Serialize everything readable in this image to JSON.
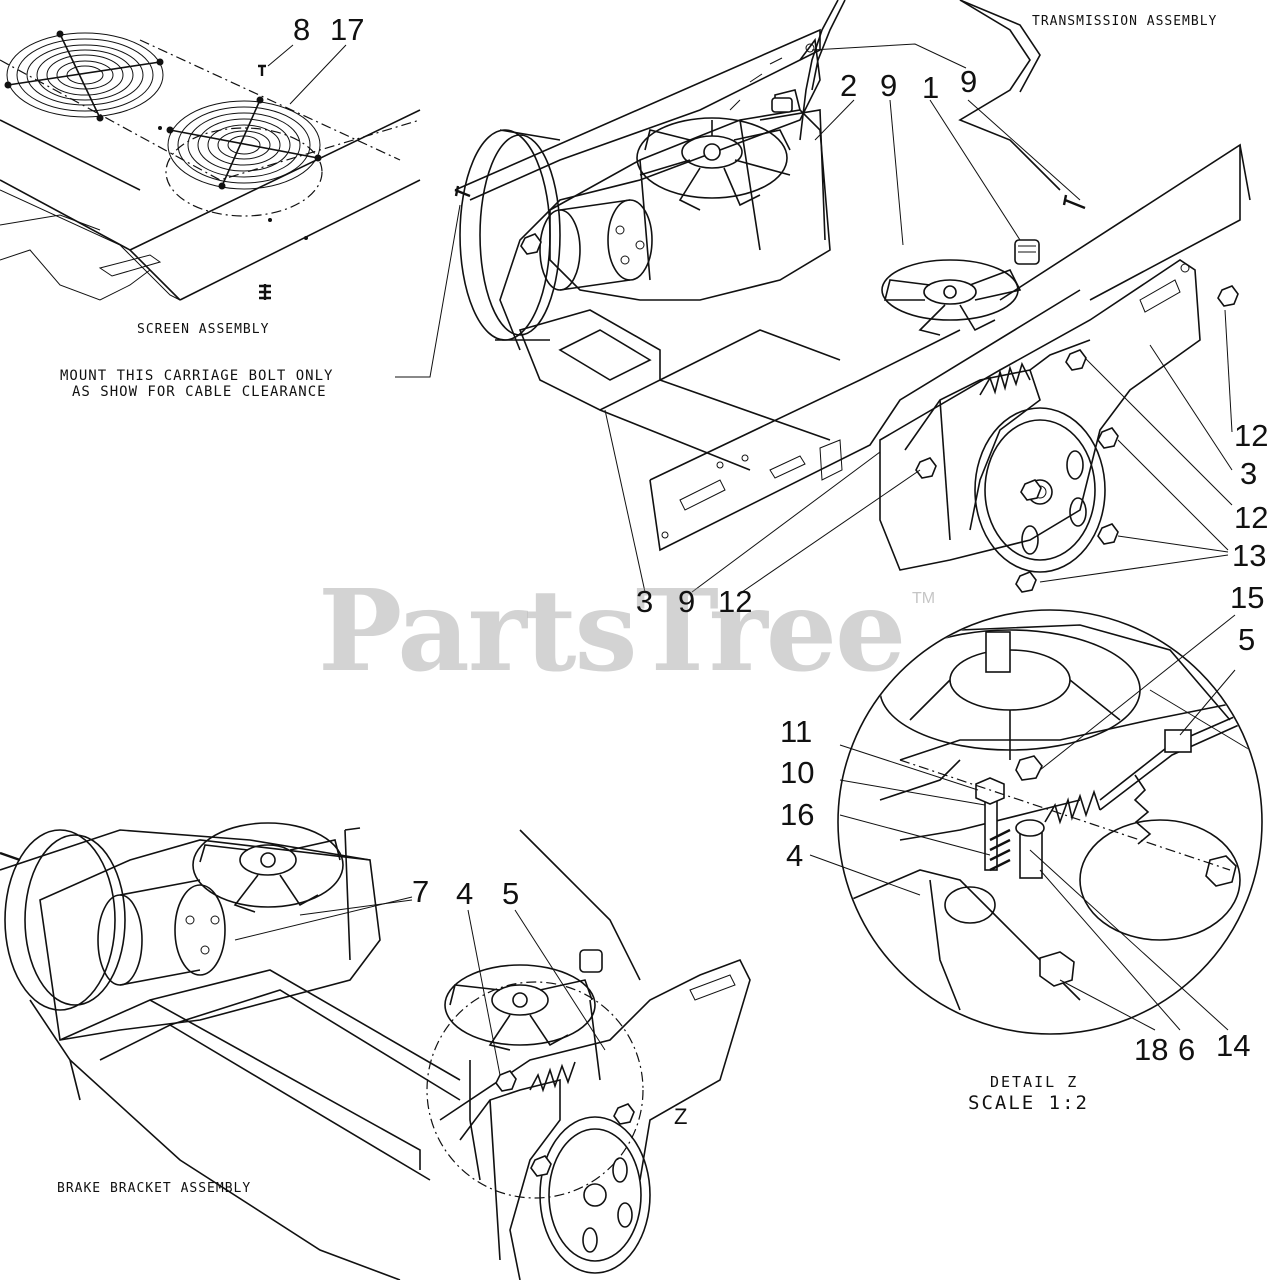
{
  "assemblies": {
    "transmission": "TRANSMISSION ASSEMBLY",
    "screen": "SCREEN ASSEMBLY",
    "brake_bracket": "BRAKE BRACKET ASSEMBLY"
  },
  "notes": {
    "carriage_bolt_line1": "MOUNT THIS CARRIAGE BOLT ONLY",
    "carriage_bolt_line2": "AS SHOW FOR CABLE CLEARANCE"
  },
  "detail": {
    "title": "DETAIL Z",
    "scale": "SCALE 1:2",
    "marker": "Z"
  },
  "watermark": {
    "brand": "PartsTree",
    "tm": "TM"
  },
  "callouts": {
    "c8": "8",
    "c17": "17",
    "c2": "2",
    "c9a": "9",
    "c1": "1",
    "c9b": "9",
    "c12a": "12",
    "c3a": "3",
    "c12b": "12",
    "c13": "13",
    "c3b": "3",
    "c9c": "9",
    "c12c": "12",
    "c15": "15",
    "c5a": "5",
    "c11": "11",
    "c10": "10",
    "c16": "16",
    "c4a": "4",
    "c18": "18",
    "c6": "6",
    "c14": "14",
    "c7": "7",
    "c4b": "4",
    "c5b": "5"
  }
}
